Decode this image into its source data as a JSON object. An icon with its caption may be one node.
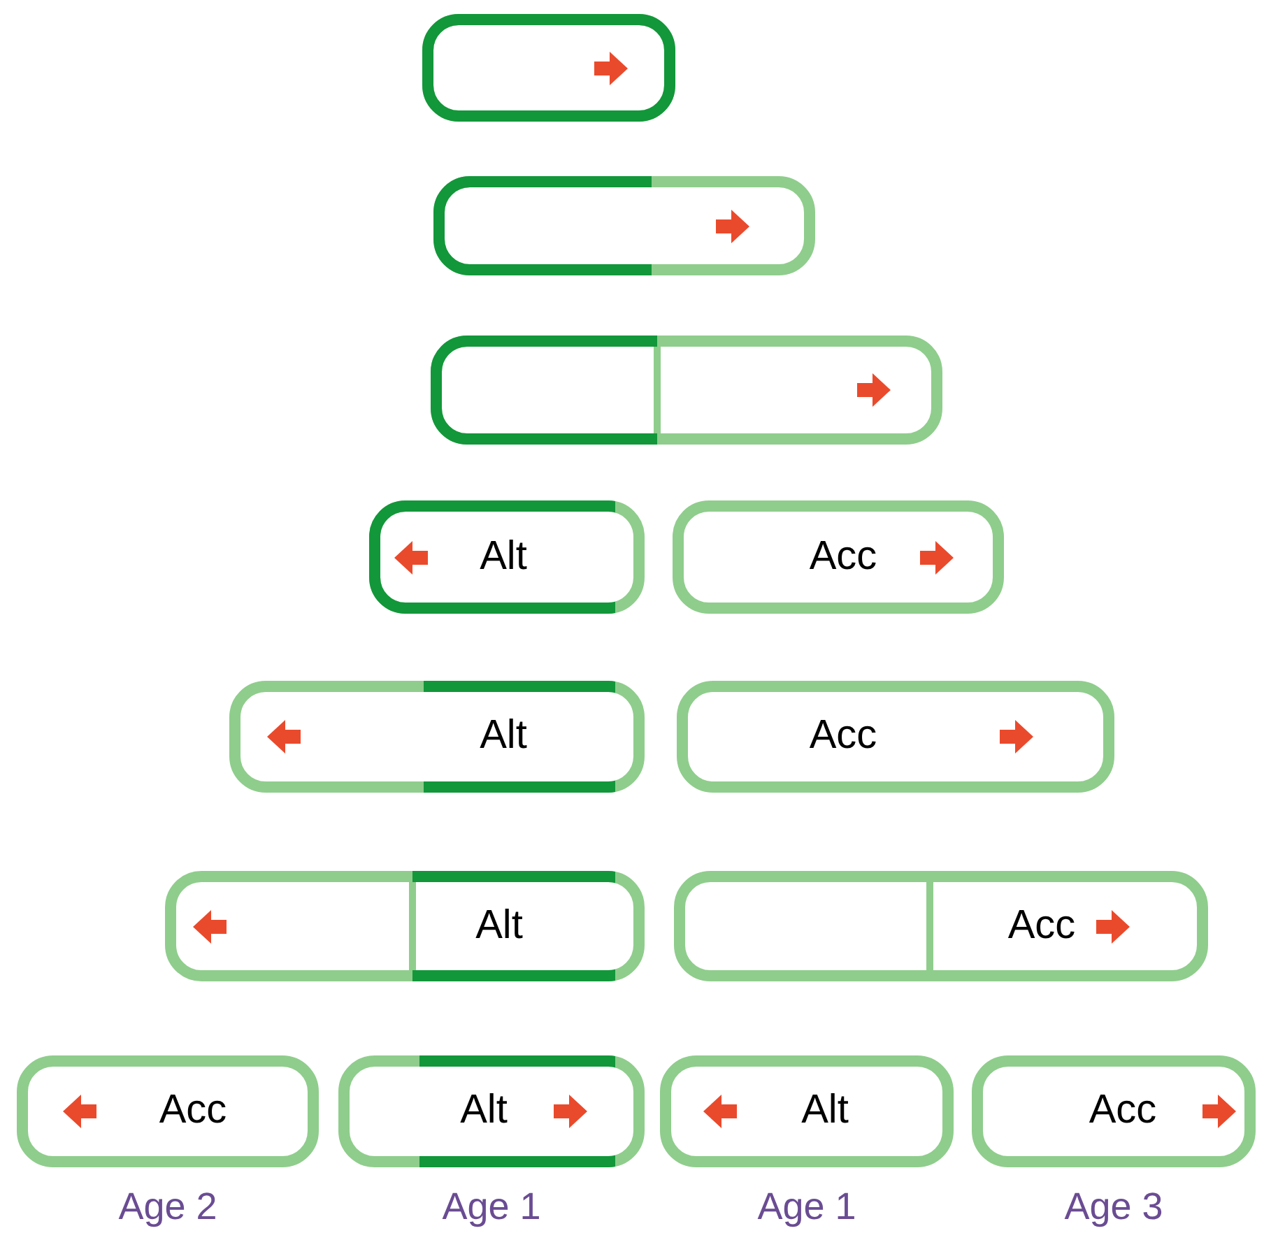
{
  "diagram": {
    "nodes": [
      {
        "text": [],
        "shape": "capsule"
      },
      {
        "text": [],
        "shape": "capsule"
      },
      {
        "text": [],
        "shape": "capsule"
      },
      {
        "text": [
          "Alt"
        ]
      },
      {
        "text": [
          "Acc"
        ]
      },
      {
        "text": [
          "Alt"
        ]
      },
      {
        "text": [
          "Acc"
        ]
      },
      {
        "text": [
          "Alt"
        ]
      },
      {
        "text": [
          "Acc"
        ]
      },
      {
        "text": [
          "Acc"
        ],
        "beside": [
          "Age 2"
        ]
      },
      {
        "text": [
          "Alt"
        ],
        "beside": [
          "Age 1"
        ]
      },
      {
        "text": [
          "Alt"
        ],
        "beside": [
          "Age 1"
        ]
      },
      {
        "text": [
          "Acc"
        ],
        "beside": [
          "Age 3"
        ]
      }
    ]
  }
}
